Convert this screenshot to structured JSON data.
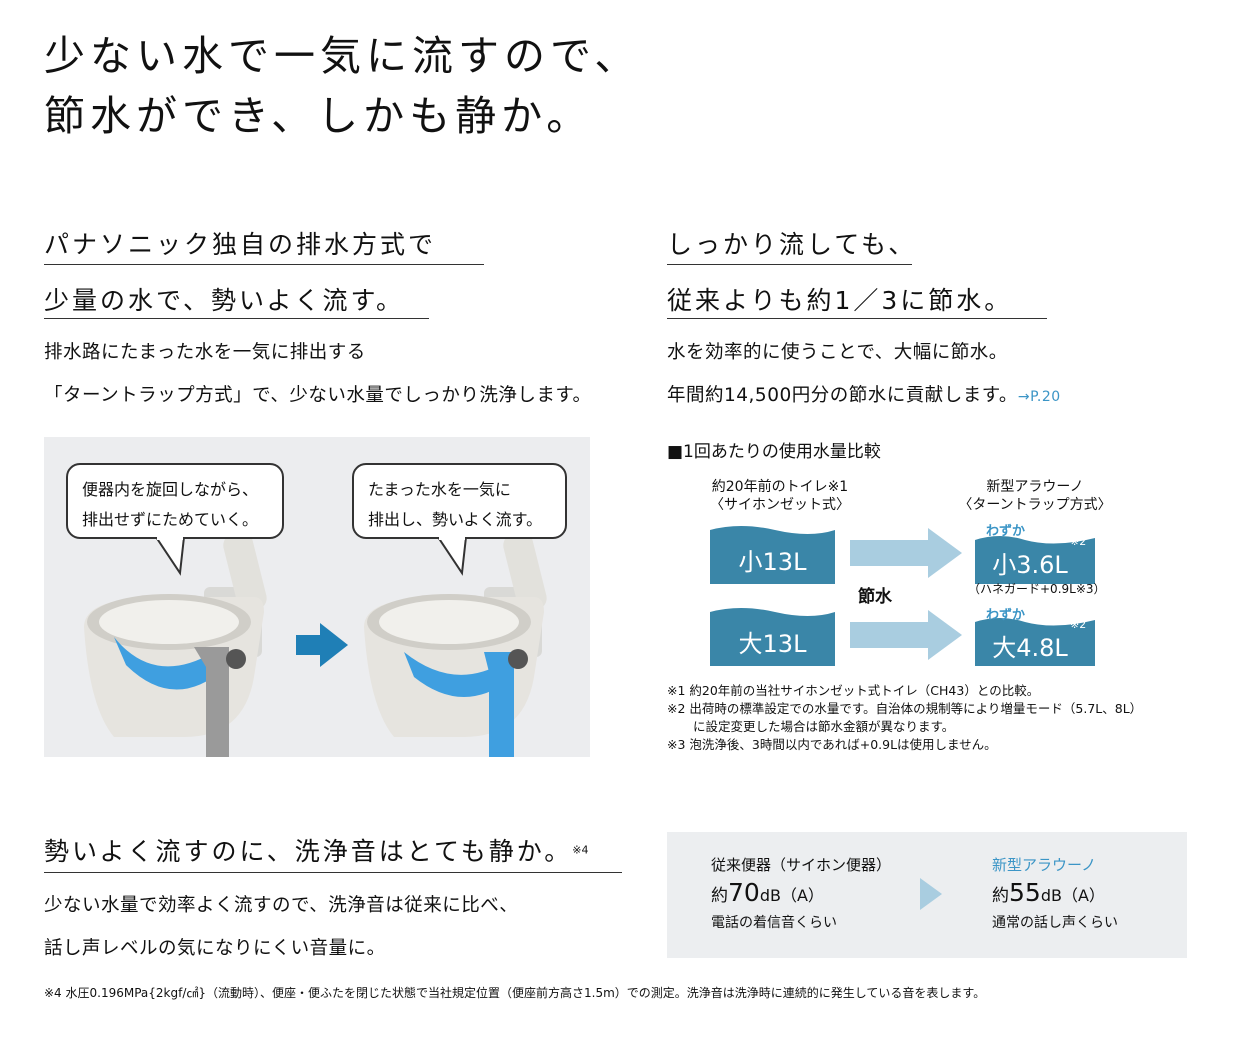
{
  "headline": {
    "line1": "少ない水で一気に流すので、",
    "line2": "節水ができ、しかも静か。"
  },
  "left_section": {
    "heading1": "パナソニック独自の排水方式で",
    "heading2": "少量の水で、勢いよく流す。",
    "body1": "排水路にたまった水を一気に排出する",
    "body2": "「ターントラップ方式」で、少ない水量でしっかり洗浄します。",
    "bubble_left_line1": "便器内を旋回しながら、",
    "bubble_left_line2": "排出せずにためていく。",
    "bubble_right_line1": "たまった水を一気に",
    "bubble_right_line2": "排出し、勢いよく流す。"
  },
  "right_section": {
    "heading1": "しっかり流しても、",
    "heading2": "従来よりも約1／3に節水。",
    "body1": "水を効率的に使うことで、大幅に節水。",
    "body2": "年間約14,500円分の節水に貢献します。",
    "link": "→P.20",
    "compare_title": "■1回あたりの使用水量比較",
    "old_label_line1": "約20年前のトイレ※1",
    "old_label_line2": "〈サイホンゼット式〉",
    "new_label_line1": "新型アラウーノ",
    "new_label_line2": "〈ターントラップ方式〉",
    "old_small": "小13L",
    "old_large": "大13L",
    "wazuka1": "わずか",
    "wazuka2": "わずか",
    "new_small": "小3.6L",
    "new_large": "大4.8L",
    "note_mark2a": "※2",
    "note_mark2b": "※2",
    "hane_guard": "（ハネガード+0.9L※3）",
    "center_label": "節水",
    "note1": "※1 約20年前の当社サイホンゼット式トイレ（CH43）との比較。",
    "note2a": "※2 出荷時の標準設定での水量です。自治体の規制等により増量モード（5.7L、8L）",
    "note2b": "に設定変更した場合は節水金額が異なります。",
    "note3": "※3 泡洗浄後、3時間以内であれば+0.9Lは使用しません。"
  },
  "bottom_section": {
    "heading": "勢いよく流すのに、洗浄音はとても静か。",
    "heading_note": "※4",
    "body1": "少ない水量で効率よく流すので、洗浄音は従来に比べ、",
    "body2": "話し声レベルの気になりにくい音量に。",
    "old_title": "従来便器（サイホン便器）",
    "old_prefix": "約",
    "old_value": "70",
    "old_unit": "dB（A）",
    "old_desc": "電話の着信音くらい",
    "new_title": "新型アラウーノ",
    "new_prefix": "約",
    "new_value": "55",
    "new_unit": "dB（A）",
    "new_desc": "通常の話し声くらい"
  },
  "footnote": "※4 水圧0.196MPa{2kgf/㎠}（流動時）、便座・便ふたを閉じた状態で当社規定位置（便座前方高さ1.5m）での測定。洗浄音は洗浄時に連続的に発生している音を表します。",
  "colors": {
    "accent_blue": "#3b95c6",
    "water_block": "#3a86a8",
    "arrow_light": "#a9cde0",
    "arrow_dark": "#1f7fb6",
    "panel_bg": "#eceef0"
  }
}
